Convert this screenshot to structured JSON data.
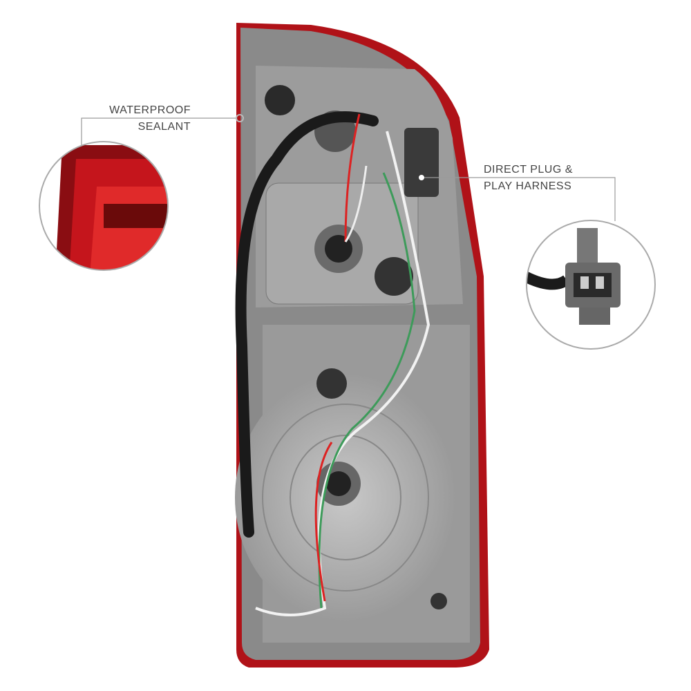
{
  "callouts": {
    "sealant": {
      "line1": "WATERPROOF",
      "line2": "SEALANT"
    },
    "harness": {
      "line1": "DIRECT PLUG &",
      "line2": "PLAY HARNESS"
    }
  },
  "colors": {
    "housing_red": "#b01218",
    "housing_gray": "#8e8e8e",
    "wire_black": "#1a1a1a",
    "callout_line": "#9a9a9a"
  }
}
